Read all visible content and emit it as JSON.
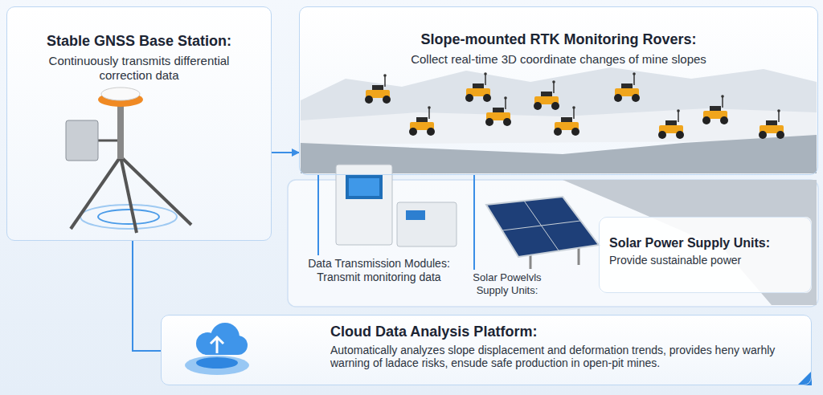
{
  "diagram": {
    "nodes": [
      {
        "text": [
          "Stable GNSS Base Station:",
          "Continuously transmits differential correction data"
        ]
      },
      {
        "text": [
          "Slope-mounted RTK Monitoring Rovers:",
          "Collect real-time 3D coordinate changes of mine slopes"
        ]
      },
      {
        "text": [
          "Data Transmission Modules:",
          "Transmit monitoring data"
        ]
      },
      {
        "text": [
          "Solar Powelvls Supply Units:"
        ]
      },
      {
        "text": [
          "Solar Power Supply Units:",
          "Provide sustainable power"
        ]
      },
      {
        "text": [
          "Cloud Data Analysis Platform:",
          "Automatically analyzes slope displacement and deformation trends, provides heny warhly warning of ladace risks, ensude safe production in open-pit mines."
        ]
      }
    ],
    "edges": [
      {
        "from": 0,
        "to": 1,
        "arrow": "to"
      },
      {
        "from": 0,
        "to": 5,
        "arrow": "none"
      },
      {
        "from": 2,
        "to": 1,
        "arrow": "none"
      },
      {
        "from": 3,
        "to": 1,
        "arrow": "none"
      }
    ]
  }
}
